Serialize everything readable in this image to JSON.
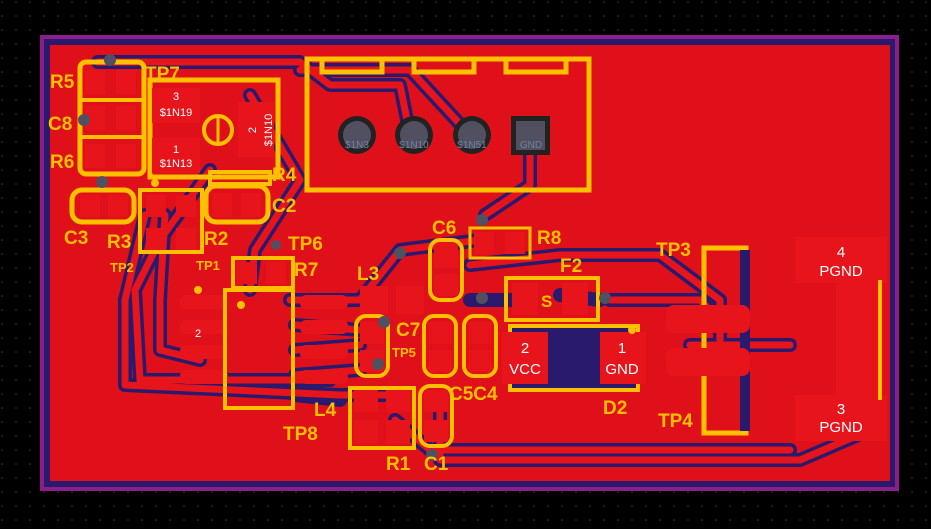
{
  "colors": {
    "background": "#000000",
    "outline": "#8B1E8B",
    "copper": "#E0101A",
    "trace_gap": "#2A1A6E",
    "silkscreen": "#FFC000",
    "pad": "#E8141C",
    "hole": "#505060"
  },
  "silk_labels": {
    "R5": "R5",
    "C8": "C8",
    "R6": "R6",
    "TP7": "TP7",
    "R4": "R4",
    "C2": "C2",
    "C3": "C3",
    "R3": "R3",
    "R2": "R2",
    "TP2": "TP2",
    "TP1": "TP1",
    "TP6": "TP6",
    "R7": "R7",
    "L3": "L3",
    "C6": "C6",
    "R8": "R8",
    "F2": "F2",
    "TP3": "TP3",
    "C7": "C7",
    "TP5": "TP5",
    "C5C4": "C5C4",
    "L4": "L4",
    "TP8": "TP8",
    "R1": "R1",
    "C1": "C1",
    "D2": "D2",
    "TP4": "TP4"
  },
  "pad_labels": {
    "u1_pin3": "3",
    "u1_net3": "$1N19",
    "u1_pin1": "1",
    "u1_net1": "$1N13",
    "u1_pin2": "2",
    "u1_net2": "$1N10",
    "ic_pin2": "2",
    "j1_h1": "$1N3",
    "j1_h2": "$1N10",
    "j1_h3": "$1N51",
    "j1_h4": "GND",
    "d2_pin2": "2",
    "d2_net2": "VCC",
    "d2_pin1": "1",
    "d2_net1": "GND",
    "j2_pin4": "4",
    "j2_net4": "PGND",
    "j2_pin3": "3",
    "j2_net3": "PGND",
    "f2_mark": "S"
  },
  "icons": [
    "pcb-outline",
    "mounting-circle",
    "through-hole-pad",
    "via",
    "smd-pad"
  ]
}
